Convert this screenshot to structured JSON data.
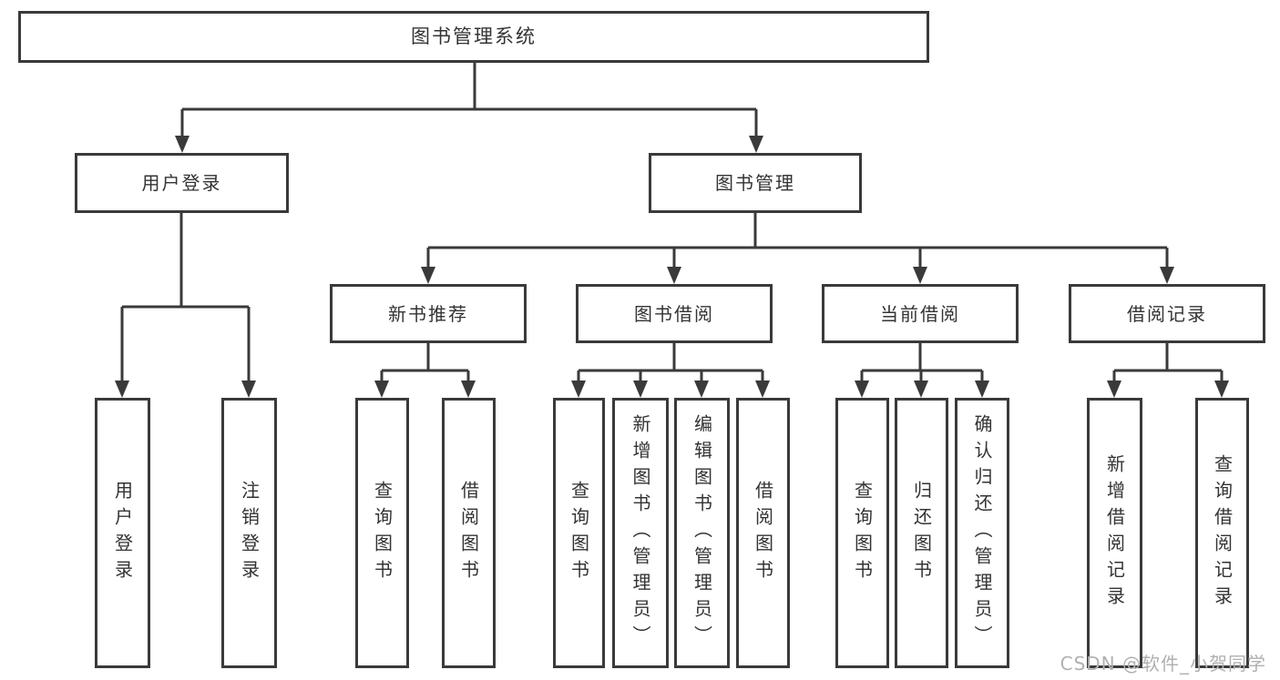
{
  "tree": {
    "root": {
      "label": "图书管理系统"
    },
    "user_login": {
      "label": "用户登录",
      "children": [
        {
          "label": "用户登录"
        },
        {
          "label": "注销登录"
        }
      ]
    },
    "book_mgmt": {
      "label": "图书管理",
      "children": [
        {
          "label": "新书推荐",
          "children": [
            {
              "label": "查询图书"
            },
            {
              "label": "借阅图书"
            }
          ]
        },
        {
          "label": "图书借阅",
          "children": [
            {
              "label": "查询图书"
            },
            {
              "label": "新增图书（管理员）"
            },
            {
              "label": "编辑图书（管理员）"
            },
            {
              "label": "借阅图书"
            }
          ]
        },
        {
          "label": "当前借阅",
          "children": [
            {
              "label": "查询图书"
            },
            {
              "label": "归还图书"
            },
            {
              "label": "确认归还（管理员）"
            }
          ]
        },
        {
          "label": "借阅记录",
          "children": [
            {
              "label": "新增借阅记录"
            },
            {
              "label": "查询借阅记录"
            }
          ]
        }
      ]
    },
    "watermark": {
      "text": "CSDN @软件_小贺同学"
    },
    "colors": {
      "line": "#3a3a3a",
      "text": "#333333",
      "watermark": "#b0b0b0",
      "background": "#ffffff"
    }
  }
}
